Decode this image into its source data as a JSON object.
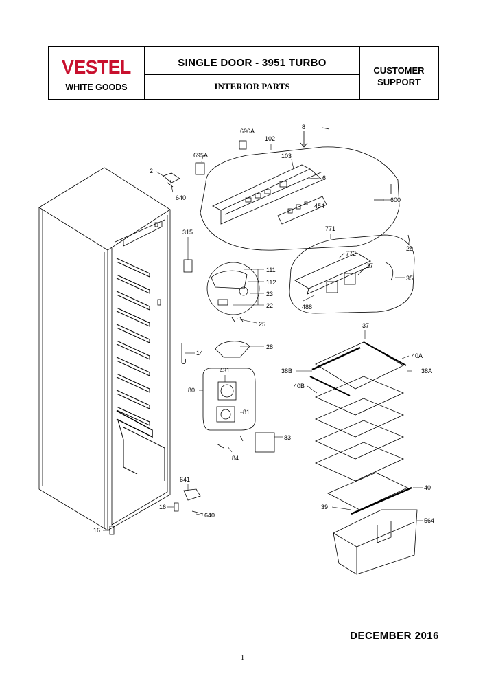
{
  "header": {
    "brand": "VESTEL",
    "sub_brand": "WHITE GOODS",
    "model": "SINGLE DOOR - 3951 TURBO",
    "section": "INTERIOR PARTS",
    "support_line1": "CUSTOMER",
    "support_line2": "SUPPORT"
  },
  "diagram": {
    "labels": {
      "p696A": "696A",
      "p8": "8",
      "p102": "102",
      "p695A": "695A",
      "p103": "103",
      "p2": "2",
      "p6": "6",
      "p640a": "640",
      "p600": "600",
      "p454": "454",
      "p771": "771",
      "p315": "315",
      "p29": "29",
      "p772": "772",
      "p111": "111",
      "p27": "27",
      "p35": "35",
      "p112": "112",
      "p23": "23",
      "p22": "22",
      "p488": "488",
      "p25": "25",
      "p37": "37",
      "p28": "28",
      "p14": "14",
      "p40A": "40A",
      "p38B": "38B",
      "p431": "431",
      "p38A": "38A",
      "p40B": "40B",
      "p80": "80",
      "p81": "81",
      "p83": "83",
      "p84": "84",
      "p641": "641",
      "p40": "40",
      "p16a": "16",
      "p39": "39",
      "p640b": "640",
      "p564": "564",
      "p16b": "16"
    }
  },
  "footer": {
    "date": "DECEMBER 2016",
    "page": "1"
  },
  "colors": {
    "brand_red": "#c8102e",
    "line": "#000000",
    "part_shade": "#666666"
  }
}
